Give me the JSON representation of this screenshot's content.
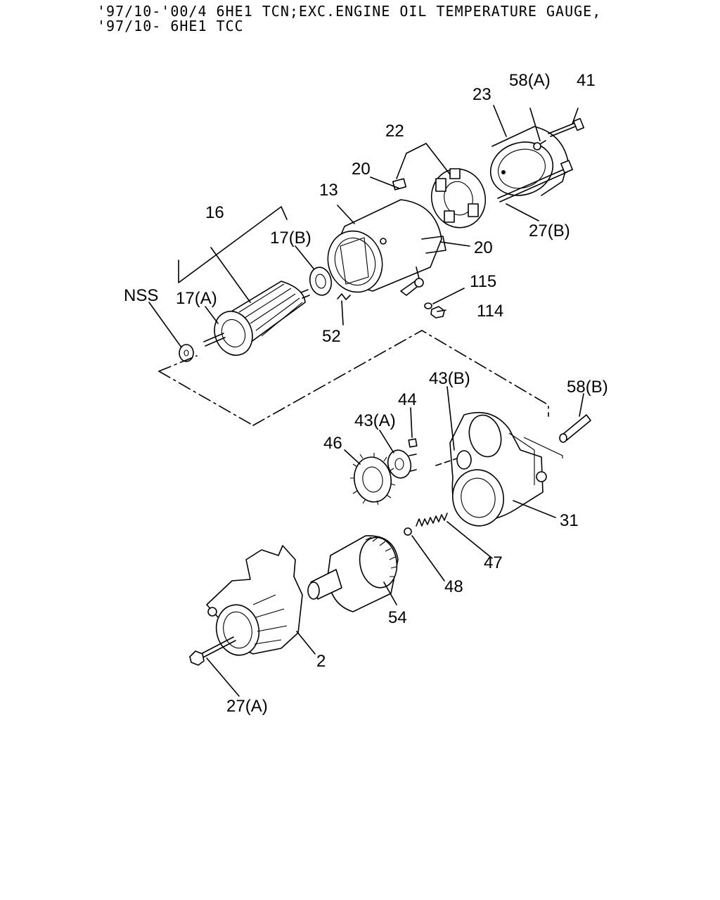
{
  "header": {
    "line1": "'97/10-'00/4 6HE1 TCN;EXC.ENGINE OIL TEMPERATURE GAUGE,",
    "line2": "'97/10- 6HE1 TCC"
  },
  "callouts": {
    "c41": "41",
    "c58a": "58(A)",
    "c23": "23",
    "c22": "22",
    "c20a": "20",
    "c13": "13",
    "c27b": "27(B)",
    "c20b": "20",
    "c16": "16",
    "c17b": "17(B)",
    "c115": "115",
    "c114": "114",
    "cnss": "NSS",
    "c17a": "17(A)",
    "c52": "52",
    "c43b": "43(B)",
    "c58b": "58(B)",
    "c44": "44",
    "c43a": "43(A)",
    "c46": "46",
    "c31": "31",
    "c47": "47",
    "c48": "48",
    "c54": "54",
    "c2": "2",
    "c27a": "27(A)"
  }
}
